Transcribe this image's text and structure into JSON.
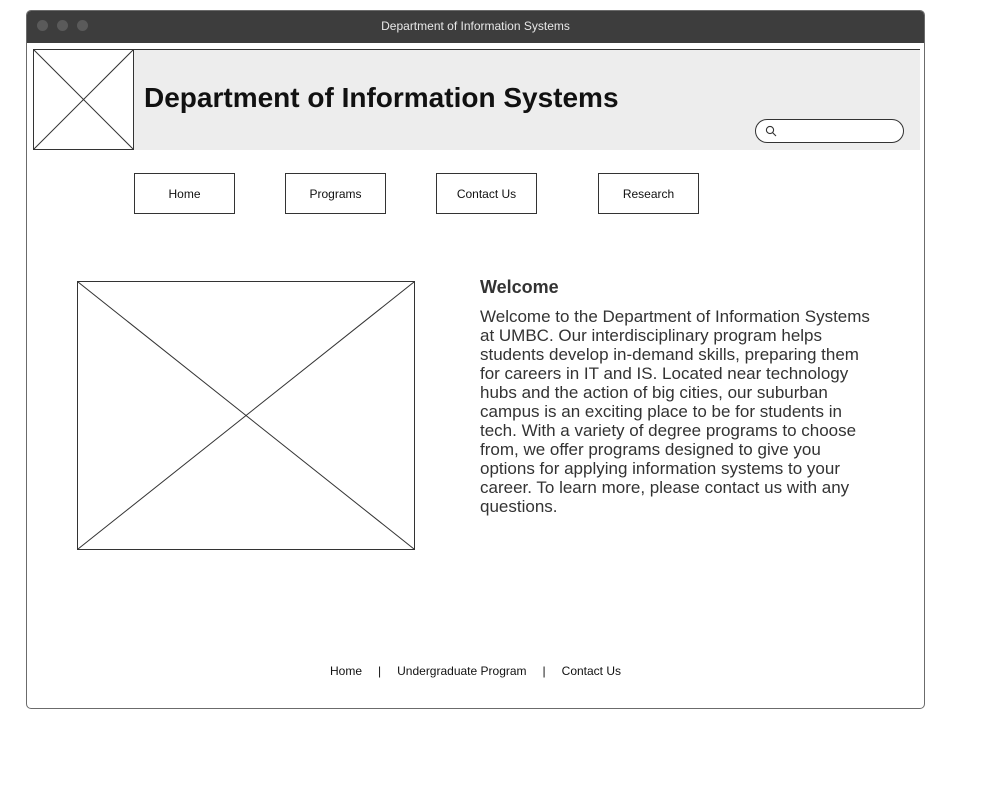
{
  "window": {
    "title": "Department of Information Systems"
  },
  "header": {
    "logo_icon": "image-placeholder-icon",
    "site_title": "Department of Information Systems",
    "search": {
      "icon": "search-icon",
      "value": "",
      "placeholder": ""
    }
  },
  "nav": {
    "items": [
      {
        "label": "Home"
      },
      {
        "label": "Programs"
      },
      {
        "label": "Contact Us"
      },
      {
        "label": "Research"
      }
    ]
  },
  "main": {
    "hero_icon": "image-placeholder-icon",
    "welcome_heading": "Welcome",
    "welcome_text": "Welcome to the Department of Information Systems at UMBC. Our interdisciplinary program helps students develop in-demand skills, preparing them for careers in IT and IS. Located near technology hubs and the action of big cities, our suburban campus is an exciting place to be for students in tech. With a variety of degree programs to choose from, we offer programs designed to give you options for applying information systems to your career. To learn more, please contact us with any questions."
  },
  "footer": {
    "links": [
      {
        "label": "Home"
      },
      {
        "label": "Undergraduate Program"
      },
      {
        "label": "Contact Us"
      }
    ],
    "separator": "|"
  },
  "colors": {
    "titlebar": "#3d3d3d",
    "header_band": "#ededed",
    "outline": "#333333"
  }
}
